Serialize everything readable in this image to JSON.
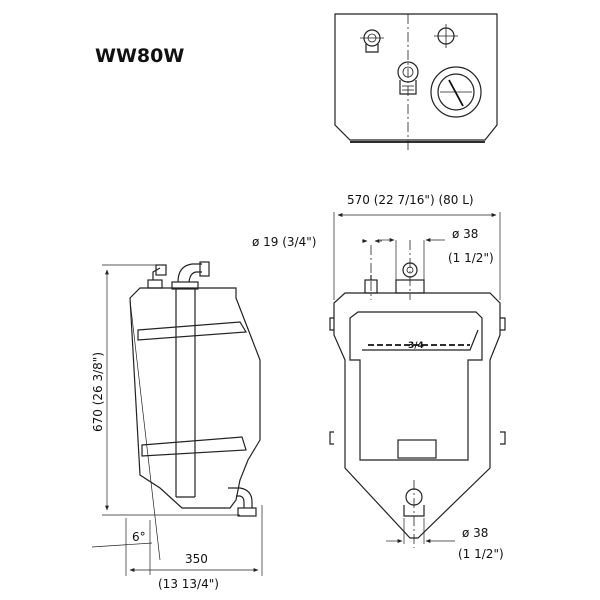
{
  "title": "WW80W",
  "dimensions": {
    "width_front": "570 (22 7/16\") (80 L)",
    "inlet_small": "ø 19 (3/4\")",
    "outlet_top_size": "ø 38",
    "outlet_top_inch": "(1 1/2\")",
    "height": "670 (26 3/8\")",
    "angle": "6°",
    "depth": "350",
    "depth_inch": "(13 13/4\")",
    "outlet_bottom_size": "ø 38",
    "outlet_bottom_inch": "(1 1/2\")"
  },
  "labels": {
    "fill_mark": "3/4"
  }
}
